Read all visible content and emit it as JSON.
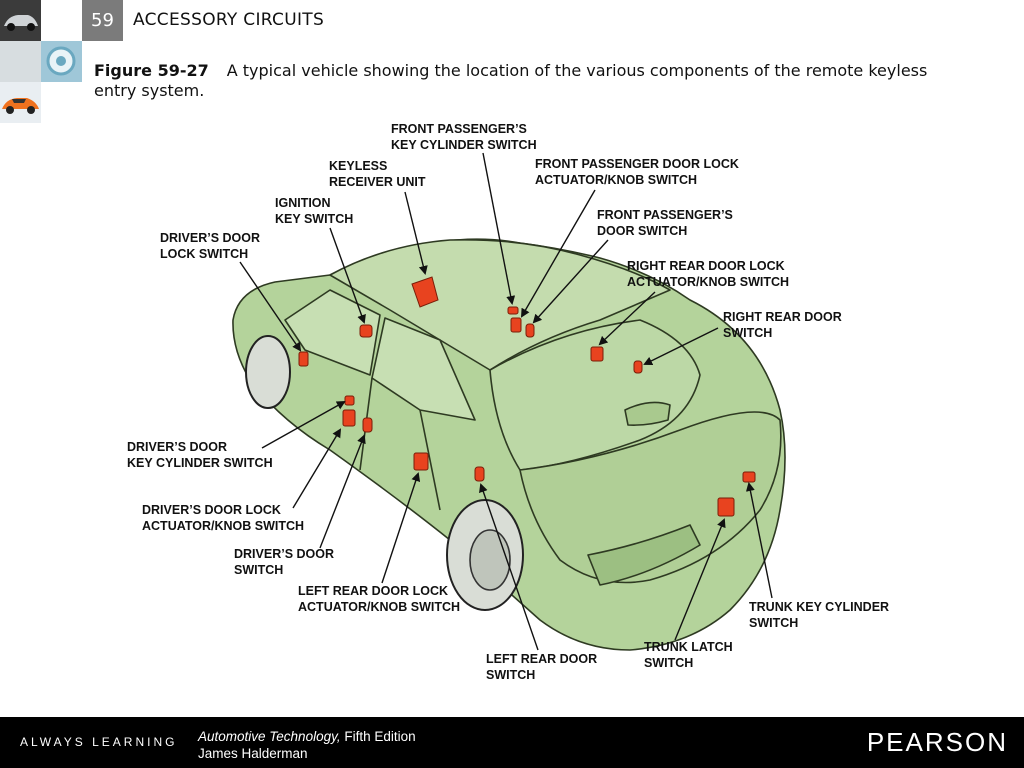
{
  "header": {
    "chapter_number": "59",
    "chapter_title": "ACCESSORY CIRCUITS"
  },
  "caption": {
    "figure_label": "Figure 59-27",
    "text": "A typical vehicle showing the location of the various components of the remote keyless entry system."
  },
  "diagram": {
    "labels": {
      "front_passenger_key_cylinder": [
        "FRONT PASSENGER’S",
        "KEY CYLINDER SWITCH"
      ],
      "keyless_receiver": [
        "KEYLESS",
        "RECEIVER UNIT"
      ],
      "front_passenger_door_lock": [
        "FRONT PASSENGER DOOR LOCK",
        "ACTUATOR/KNOB SWITCH"
      ],
      "ignition_key": [
        "IGNITION",
        "KEY SWITCH"
      ],
      "front_passenger_door_switch": [
        "FRONT PASSENGER’S",
        "DOOR SWITCH"
      ],
      "drivers_door_lock_switch": [
        "DRIVER’S DOOR",
        "LOCK SWITCH"
      ],
      "right_rear_door_lock": [
        "RIGHT REAR DOOR LOCK",
        "ACTUATOR/KNOB SWITCH"
      ],
      "right_rear_door_switch": [
        "RIGHT REAR DOOR",
        "SWITCH"
      ],
      "drivers_door_key_cylinder": [
        "DRIVER’S DOOR",
        "KEY CYLINDER SWITCH"
      ],
      "drivers_door_lock_actuator": [
        "DRIVER’S DOOR LOCK",
        "ACTUATOR/KNOB SWITCH"
      ],
      "drivers_door_switch": [
        "DRIVER’S DOOR",
        "SWITCH"
      ],
      "left_rear_door_lock": [
        "LEFT REAR DOOR LOCK",
        "ACTUATOR/KNOB SWITCH"
      ],
      "trunk_key_cylinder": [
        "TRUNK KEY CYLINDER",
        "SWITCH"
      ],
      "trunk_latch": [
        "TRUNK LATCH",
        "SWITCH"
      ],
      "left_rear_door_switch": [
        "LEFT REAR DOOR",
        "SWITCH"
      ]
    },
    "colors": {
      "car_body": "#b4d39b",
      "car_outline": "#2e3a22",
      "component": "#e8431f",
      "arrow": "#111111"
    }
  },
  "footer": {
    "tagline": "ALWAYS LEARNING",
    "book_title": "Automotive Technology,",
    "edition": "Fifth Edition",
    "author": "James Halderman",
    "publisher": "PEARSON"
  }
}
